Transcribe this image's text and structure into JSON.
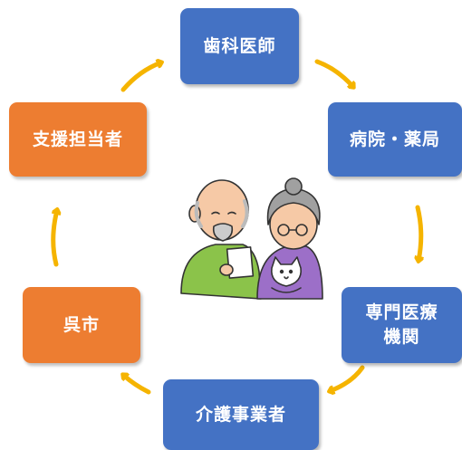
{
  "nodes": {
    "dentist": "歯科医師",
    "hospital": "病院・薬局",
    "specialist": "専門医療\n機関",
    "care": "介護事業者",
    "city": "呉市",
    "support": "支援担当者"
  },
  "colors": {
    "medical": "#4472c4",
    "community": "#ed7d31",
    "arrow": "#f5b400"
  },
  "center_image": "elderly-couple-with-cat-illustration"
}
